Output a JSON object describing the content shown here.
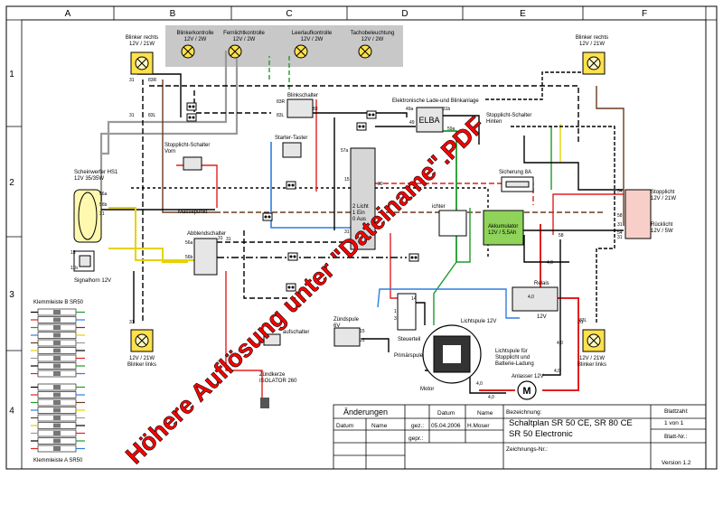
{
  "columns": [
    "A",
    "B",
    "C",
    "D",
    "E",
    "F"
  ],
  "rows": [
    "1",
    "2",
    "3",
    "4"
  ],
  "panel": {
    "labels": [
      "Blinkerkontrolle\n12V / 2W",
      "Fernlichtkontrolle\n12V / 2W",
      "Leerlaufkontrolle\n12V / 2W",
      "Tachobeleuchtung\n12V / 2W"
    ]
  },
  "components": {
    "blinker_rechts_left": "Blinker rechts\n12V / 21W",
    "blinker_rechts_right": "Blinker rechts\n12V / 21W",
    "blinker_links_left": "12V / 21W\nBlinker links",
    "blinker_links_right": "12V / 21W\nBlinker links",
    "blinkschalter": "Blinkschalter",
    "elba_title": "Elektronische  Lade-und Blinkanlage",
    "elba": "ELBA",
    "stopplicht_hinten": "Stopplicht-Schalter\nHinten",
    "stopplicht_vorn": "Stopplicht-Schalter\nVorn",
    "starter_taster": "Starter-Taster",
    "scheinwerfer": "Scheinwerfer HS1\n12V 35/35W",
    "massepunkt": "Massepunkt",
    "abblendschalter": "Abblendschalter",
    "signalhorn": "Signalhorn 12V",
    "sicherung": "Sicherung 8A",
    "akku": "Akkumulator\n12V / 5,5Ah",
    "gleichrichter": "ichter",
    "stopplicht": "Stopplicht\n12V / 21W",
    "ruecklicht": "Rücklicht\n12V / 5W",
    "relais": "Relais",
    "relais_v": "12V",
    "zuendspule": "Zündspule\n6V",
    "aufschalter": "aufschalter",
    "zuendkerze": "Zündkerze\nISOLATOR 260",
    "steuerteil": "Steuerteil",
    "primaerspule": "Primärspule",
    "motor": "Motor",
    "lichtspule": "Lichtspule 12V",
    "lichtspule_stopp": "Lichtspule für\nStopplicht und\nBatterie-Ladung",
    "anlasser": "Anlasser 12V",
    "zuendschloss": "2 Licht\n1 Ein\n0 Aus",
    "klemmleiste_b": "Klemmleiste B SR50",
    "klemmleiste_a": "Klemmleiste A SR50"
  },
  "wire_labels": [
    "31",
    "83R",
    "31",
    "83L",
    "56a",
    "56b",
    "31",
    "15",
    "11b",
    "56a",
    "56b",
    "31",
    "83R",
    "83L",
    "83",
    "49a",
    "31b",
    "49",
    "59a",
    "57a",
    "15",
    "30",
    "31",
    "54",
    "58",
    "31",
    "54",
    "31",
    "58",
    "4,0",
    "4,0",
    "4,0",
    "4,0",
    "14",
    "3",
    "1",
    "15",
    "31",
    "83L",
    "31",
    "31",
    "31",
    "4,0",
    "4,0"
  ],
  "titleblock": {
    "aenderungen": "Änderungen",
    "datum_h": "Datum",
    "name_h": "Name",
    "datum_col": "Datum",
    "name_col": "Name",
    "gez": "gez.:",
    "gez_date": "05.04.2006",
    "gez_name": "H.Moser",
    "gepr": "gepr.:",
    "bezeichnung_label": "Bezeichnung:",
    "bezeichnung": "Schaltplan SR 50 CE, SR 80 CE\nSR 50 Electronic",
    "zeichnungs_nr": "Zeichnungs-Nr.:",
    "blattzahl": "Blattzahl:",
    "blatt_von": "1 von 1",
    "blatt_nr": "Blatt-Nr.:",
    "version": "Version 1.2"
  },
  "watermark": "Höhere Auflösung unter \"Dateiname\".PDF",
  "colors": {
    "watermark": "#ff0000",
    "lamp_fill": "#ffe14a",
    "panel_bg": "#c8c8c8",
    "akku_fill": "#8fd35a",
    "stop_fill": "#f8cfc8",
    "wire_red": "#e02020",
    "wire_green": "#1f9a2a",
    "wire_yellow": "#e6d200",
    "wire_blue": "#2e7de0",
    "wire_brown": "#6b3a1e",
    "wire_grey": "#9a9a9a"
  }
}
